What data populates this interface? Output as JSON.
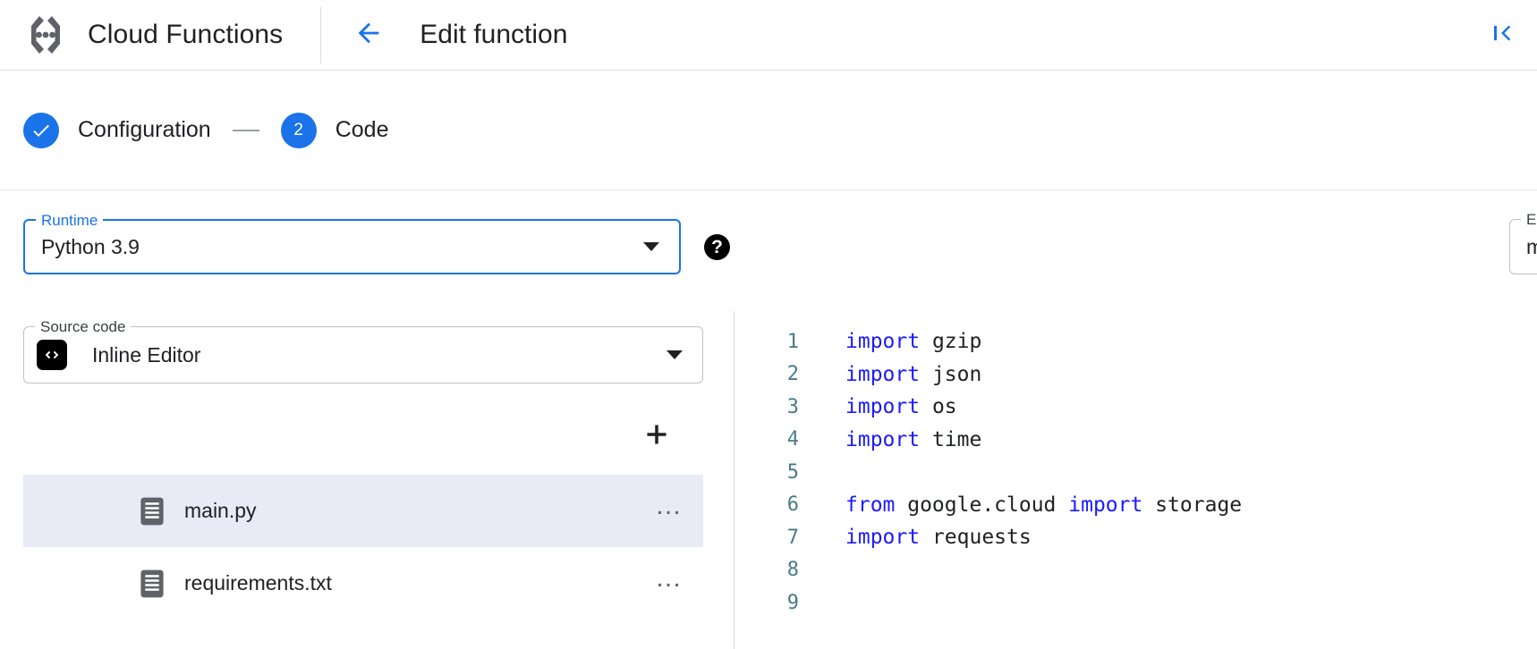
{
  "header": {
    "product_title": "Cloud Functions",
    "logo_icon": "cloud-functions-logo-icon",
    "back_icon": "arrow-left-icon",
    "page_title": "Edit function",
    "collapse_icon": "collapse-panel-first-page-icon",
    "accent_color": "#1a73e8"
  },
  "stepper": {
    "steps": [
      {
        "marker": "✓",
        "label": "Configuration",
        "state": "completed"
      },
      {
        "marker": "2",
        "label": "Code",
        "state": "active"
      }
    ],
    "connector": "—"
  },
  "form": {
    "runtime": {
      "legend": "Runtime",
      "value": "Python 3.9",
      "focused": true,
      "help_icon": "help-question-icon"
    },
    "entry_point": {
      "legend": "Entry point",
      "value": "main",
      "help_icon": "help-question-icon"
    },
    "source_code": {
      "legend": "Source code",
      "value": "Inline Editor",
      "icon": "code-brackets-icon"
    }
  },
  "files": {
    "add_button_icon": "plus-icon",
    "add_button_label": "+",
    "more_label": "…",
    "items": [
      {
        "name": "main.py",
        "icon": "file-document-icon",
        "selected": true
      },
      {
        "name": "requirements.txt",
        "icon": "file-document-icon",
        "selected": false
      }
    ]
  },
  "editor": {
    "language": "python",
    "lines": [
      {
        "n": "1",
        "tokens": [
          {
            "t": "import",
            "k": "kw"
          },
          {
            "t": " gzip",
            "k": "id"
          }
        ]
      },
      {
        "n": "2",
        "tokens": [
          {
            "t": "import",
            "k": "kw"
          },
          {
            "t": " json",
            "k": "id"
          }
        ]
      },
      {
        "n": "3",
        "tokens": [
          {
            "t": "import",
            "k": "kw"
          },
          {
            "t": " os",
            "k": "id"
          }
        ]
      },
      {
        "n": "4",
        "tokens": [
          {
            "t": "import",
            "k": "kw"
          },
          {
            "t": " time",
            "k": "id"
          }
        ]
      },
      {
        "n": "5",
        "tokens": []
      },
      {
        "n": "6",
        "tokens": [
          {
            "t": "from",
            "k": "kw"
          },
          {
            "t": " google.cloud ",
            "k": "id"
          },
          {
            "t": "import",
            "k": "kw"
          },
          {
            "t": " storage",
            "k": "id"
          }
        ]
      },
      {
        "n": "7",
        "tokens": [
          {
            "t": "import",
            "k": "kw"
          },
          {
            "t": " requests",
            "k": "id"
          }
        ]
      },
      {
        "n": "8",
        "tokens": []
      },
      {
        "n": "9",
        "tokens": []
      }
    ],
    "colors": {
      "keyword": "#1a1aff",
      "identifier": "#202124",
      "line_number": "#4a7c85"
    }
  }
}
